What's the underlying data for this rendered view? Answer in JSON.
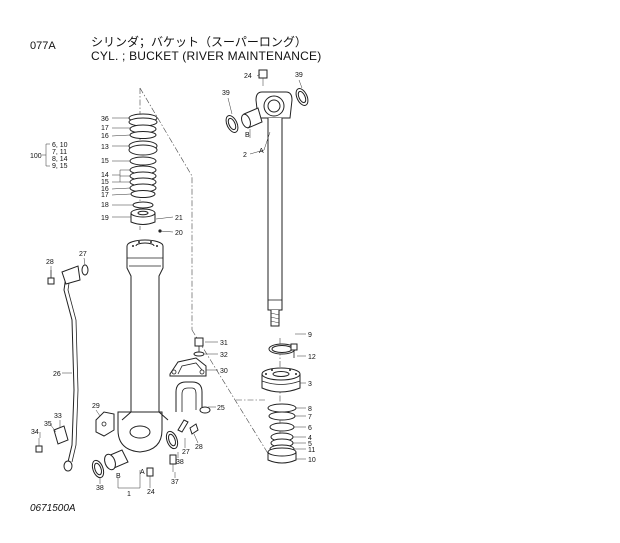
{
  "header": {
    "page_code": "077A",
    "title_jp": "シリンダ；バケット（スーパーロング）",
    "title_en": "CYL. ; BUCKET (RIVER MAINTENANCE)"
  },
  "footer": {
    "drawing_code": "0671500A"
  },
  "kit": {
    "label": "100",
    "items": [
      "6, 10",
      "7, 11",
      "8, 14",
      "9, 15"
    ]
  },
  "section_marks": {
    "a": "A",
    "b": "B"
  },
  "callouts": {
    "p1": "1",
    "p2": "2",
    "p3": "3",
    "p4": "4",
    "p5": "5",
    "p6": "6",
    "p7": "7",
    "p8": "8",
    "p9": "9",
    "p10": "10",
    "p11": "11",
    "p12": "12",
    "p13": "13",
    "p14": "14",
    "p15": "15",
    "p15b": "15",
    "p16": "16",
    "p16b": "16",
    "p17": "17",
    "p17b": "17",
    "p18": "18",
    "p19": "19",
    "p20": "20",
    "p21": "21",
    "p24": "24",
    "p24b": "24",
    "p25": "25",
    "p26": "26",
    "p27": "27",
    "p27b": "27",
    "p28": "28",
    "p28b": "28",
    "p29": "29",
    "p30": "30",
    "p31": "31",
    "p32": "32",
    "p33": "33",
    "p34": "34",
    "p35": "35",
    "p36": "36",
    "p37": "37",
    "p38": "38",
    "p38b": "38",
    "p39": "39",
    "p39b": "39"
  }
}
